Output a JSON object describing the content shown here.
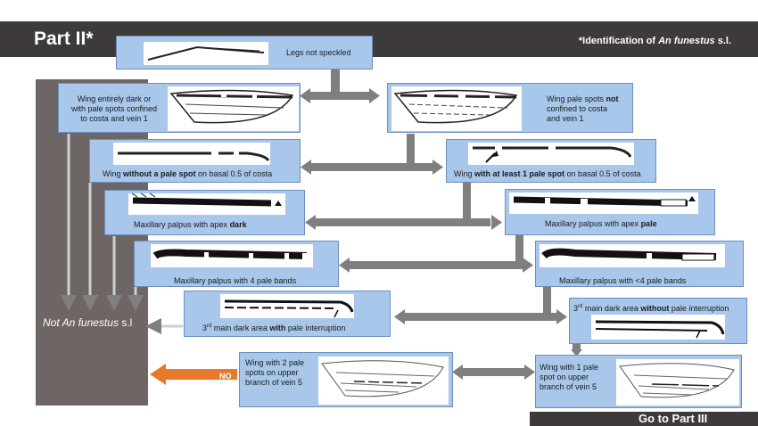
{
  "header": {
    "title": "Part II*",
    "note_prefix": "*Identification of ",
    "note_species": "An funestus",
    "note_suffix": " s.l."
  },
  "sidebar": {
    "label_italic": "Not An funestus",
    "label_rest": " s.l"
  },
  "boxes": {
    "legs": {
      "text": "Legs not speckled"
    },
    "wing_dark": {
      "line1": "Wing entirely dark or",
      "line2": "with pale spots confined",
      "line3": "to costa and vein 1"
    },
    "wing_pale": {
      "line1a": "Wing pale spots ",
      "line1b": "not",
      "line2": "confined to costa",
      "line3": "and vein 1"
    },
    "without_spot": {
      "pre": "Wing ",
      "bold": "without a pale spot",
      "post": " on basal 0.5 of costa"
    },
    "with_spot": {
      "pre": "Wing ",
      "bold": "with at least 1 pale spot",
      "post": " on basal 0.5 of costa"
    },
    "palpus_dark": {
      "pre": "Maxillary palpus with apex ",
      "bold": "dark"
    },
    "palpus_pale": {
      "pre": "Maxillary palpus with apex ",
      "bold": "pale"
    },
    "palpus_4": {
      "text": "Maxillary palpus with 4 pale bands"
    },
    "palpus_lt4": {
      "text": "Maxillary palpus with <4 pale bands"
    },
    "dark_with": {
      "num": "3",
      "sup": "rd",
      "pre": " main dark area ",
      "bold": "with",
      "post": " pale interruption"
    },
    "dark_without": {
      "num": "3",
      "sup": "rd",
      "pre": " main dark area ",
      "bold": "without",
      "post": " pale interruption"
    },
    "vein5_two": {
      "line1": "Wing with 2 pale",
      "line2": "spots on upper",
      "line3": "branch of vein 5"
    },
    "vein5_one": {
      "line1": "Wing with 1 pale",
      "line2": "spot on upper",
      "line3": "branch of vein 5"
    }
  },
  "no_arrow_label": "NO",
  "footer": {
    "goto": "Go to Part III"
  },
  "colors": {
    "box_fill": "#a9c7ea",
    "arrow_gray": "#7f7f7f",
    "sidebar": "#6e6665",
    "no_arrow": "#e8782a",
    "header_bar": "#3e3a39"
  }
}
